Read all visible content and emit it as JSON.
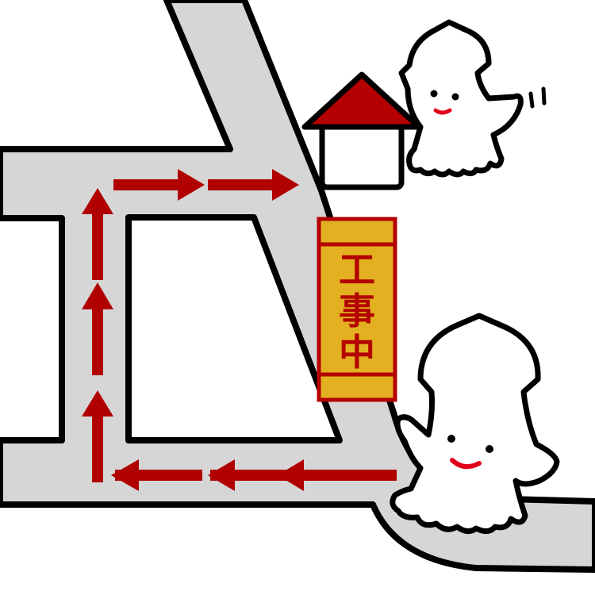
{
  "colors": {
    "road": "#d6d6d6",
    "outline": "#000000",
    "arrow": "#b00000",
    "roof": "#b40000",
    "sign_fill": "#e2b021",
    "sign_border": "#b40000",
    "sign_text": "#b40000",
    "squid_body": "#ffffff",
    "squid_mouth": "#e0001a"
  },
  "sign": {
    "char_1": "工",
    "char_2": "事",
    "char_3": "中"
  },
  "icons": [
    "house-icon",
    "squid-character",
    "detour-arrow",
    "construction-sign"
  ]
}
